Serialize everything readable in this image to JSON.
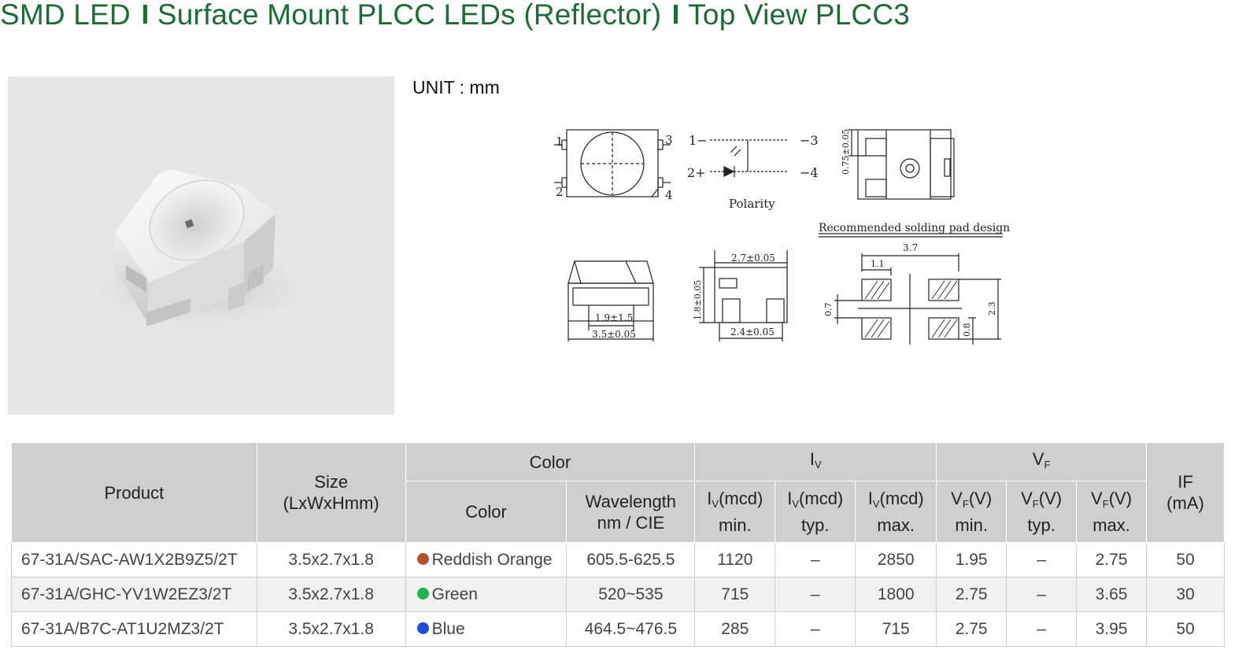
{
  "title": {
    "part1": "SMD LED",
    "part2": "Surface Mount PLCC LEDs (Reflector)",
    "part3": "Top View PLCC3"
  },
  "unit_label": "UNIT : mm",
  "drawing": {
    "polarity_label": "Polarity",
    "pin_1": "1",
    "pin_2": "2",
    "pin_3": "3",
    "pin_4": "4",
    "circuit_pin_1": "1−",
    "circuit_pin_2": "2+",
    "circuit_pin_3": "−3",
    "circuit_pin_4": "−4",
    "dim_075": "0.75±0.05",
    "pad_title": "Recommended solding pad design",
    "dim_37": "3.7",
    "dim_11": "1.1",
    "dim_07": "0.7",
    "dim_23": "2.3",
    "dim_08": "0.8",
    "dim_19": "1.9±1.5",
    "dim_35": "3.5±0.05",
    "dim_27": "2.7±0.05",
    "dim_18": "1.8±0.05",
    "dim_24": "2.4±0.05"
  },
  "table": {
    "headers": {
      "product": "Product",
      "size_line1": "Size",
      "size_line2": "(LxWxHmm)",
      "color_group": "Color",
      "color": "Color",
      "wavelength_line1": "Wavelength",
      "wavelength_line2": "nm / CIE",
      "iv_symbol": "I",
      "iv_sub": "V",
      "iv_min_unit": "(mcd)",
      "iv_min": "min.",
      "iv_typ_unit": "(mcd)",
      "iv_typ": "typ.",
      "iv_max_unit": "(mcd)",
      "iv_max": "max.",
      "vf_symbol": "V",
      "vf_sub": "F",
      "vf_min_unit": "(V)",
      "vf_min": "min.",
      "vf_typ_unit": "(V)",
      "vf_typ": "typ.",
      "vf_max_unit": "(V)",
      "vf_max": "max.",
      "if_line1": "IF",
      "if_line2": "(mA)"
    },
    "rows": [
      {
        "product": "67-31A/SAC-AW1X2B9Z5/2T",
        "size": "3.5x2.7x1.8",
        "color": "Reddish Orange",
        "dot_color": "#b5522a",
        "wavelength": "605.5-625.5",
        "iv_min": "1120",
        "iv_typ": "–",
        "iv_max": "2850",
        "vf_min": "1.95",
        "vf_typ": "–",
        "vf_max": "2.75",
        "if": "50"
      },
      {
        "product": "67-31A/GHC-YV1W2EZ3/2T",
        "size": "3.5x2.7x1.8",
        "color": "Green",
        "dot_color": "#23b14d",
        "wavelength": "520~535",
        "iv_min": "715",
        "iv_typ": "–",
        "iv_max": "1800",
        "vf_min": "2.75",
        "vf_typ": "–",
        "vf_max": "3.65",
        "if": "30"
      },
      {
        "product": "67-31A/B7C-AT1U2MZ3/2T",
        "size": "3.5x2.7x1.8",
        "color": "Blue",
        "dot_color": "#1f4fd8",
        "wavelength": "464.5~476.5",
        "iv_min": "285",
        "iv_typ": "–",
        "iv_max": "715",
        "vf_min": "2.75",
        "vf_typ": "–",
        "vf_max": "3.95",
        "if": "50"
      }
    ]
  },
  "colors": {
    "title_green": "#1e6b35",
    "header_gray": "#cfcfcf",
    "photo_bg": "#e6e6e6"
  }
}
